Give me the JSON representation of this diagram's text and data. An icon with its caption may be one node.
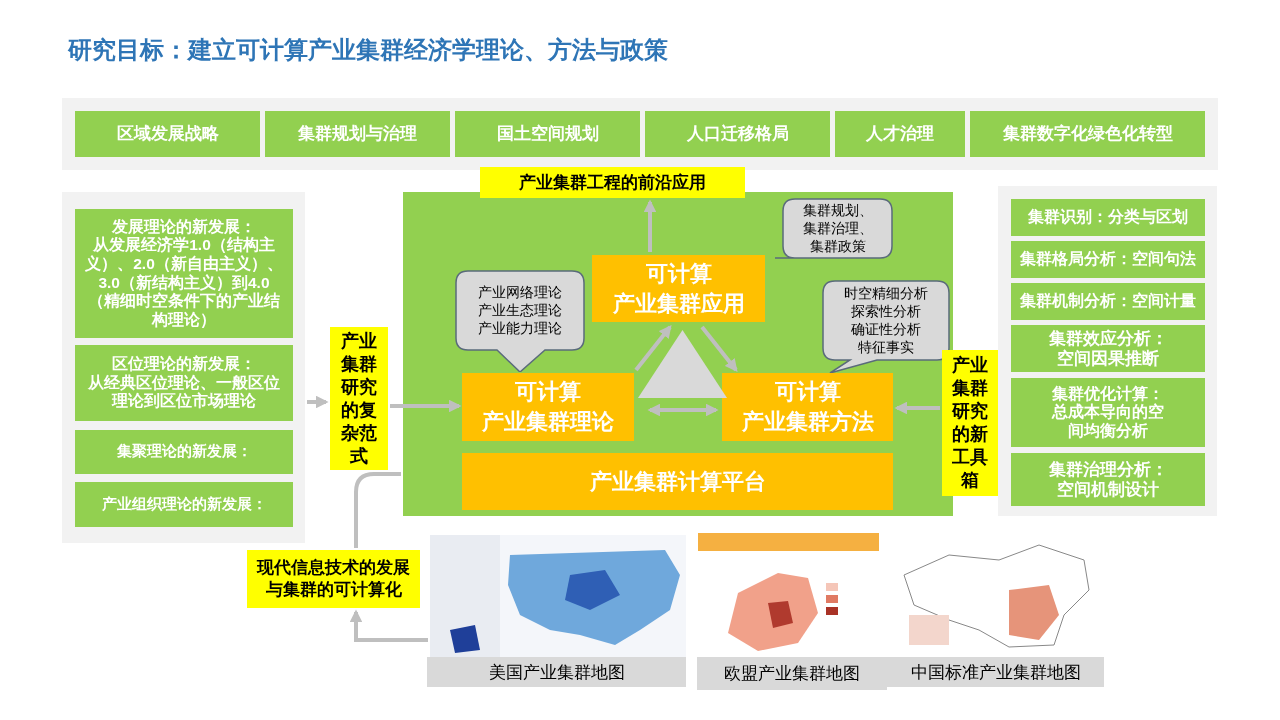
{
  "diagram": {
    "title": "研究目标：建立可计算产业集群经济学理论、方法与政策",
    "nodes": [
      {
        "text": [],
        "shape": "box"
      },
      {
        "text": [
          "区域发展战略"
        ],
        "in": 0
      },
      {
        "text": [
          "集群规划与治理"
        ],
        "in": 0
      },
      {
        "text": [
          "国土空间规划"
        ],
        "in": 0
      },
      {
        "text": [
          "人口迁移格局"
        ],
        "in": 0
      },
      {
        "text": [
          "人才治理"
        ],
        "in": 0
      },
      {
        "text": [
          "集群数字化绿色化转型"
        ],
        "in": 0
      },
      {
        "text": [],
        "shape": "box"
      },
      {
        "text": [
          "发展理论的新发展：",
          "从发展经济学1.0（结构主义）、2.0（新自由主义）、3.0（新结构主义）到4.0（精细时空条件下的产业结构理论）"
        ],
        "in": 7
      },
      {
        "text": [
          "区位理论的新发展：",
          "从经典区位理论、一般区位理论到区位市场理论"
        ],
        "in": 7
      },
      {
        "text": [
          "集聚理论的新发展："
        ],
        "in": 7
      },
      {
        "text": [
          "产业组织理论的新发展："
        ],
        "in": 7
      },
      {
        "text": [
          "产业集群研究的复杂范式"
        ]
      },
      {
        "text": [],
        "shape": "box"
      },
      {
        "text": [
          "产业集群工程的前沿应用"
        ]
      },
      {
        "text": [
          "可计算",
          "产业集群应用"
        ],
        "in": 13
      },
      {
        "text": [
          "集群规划、集群治理、集群政策"
        ],
        "in": 13
      },
      {
        "text": [
          "产业网络理论",
          "产业生态理论",
          "产业能力理论"
        ],
        "in": 13
      },
      {
        "text": [
          "可计算",
          "产业集群理论"
        ],
        "in": 13
      },
      {
        "text": [
          "时空精细分析",
          "探索性分析",
          "确证性分析",
          "特征事实"
        ],
        "in": 13
      },
      {
        "text": [
          "可计算",
          "产业集群方法"
        ],
        "in": 13
      },
      {
        "text": [],
        "shape": "triangle",
        "in": 13
      },
      {
        "text": [
          "产业集群计算平台"
        ],
        "in": 13
      },
      {
        "text": [
          "产业集群研究的新工具箱"
        ]
      },
      {
        "text": [],
        "shape": "box"
      },
      {
        "text": [
          "集群识别：分类与区划"
        ],
        "in": 24
      },
      {
        "text": [
          "集群格局分析：空间句法"
        ],
        "in": 24
      },
      {
        "text": [
          "集群机制分析：空间计量"
        ],
        "in": 24
      },
      {
        "text": [
          "集群效应分析：",
          "空间因果推断"
        ],
        "in": 24
      },
      {
        "text": [
          "集群优化计算：",
          "总成本导向的空间均衡分析"
        ],
        "in": 24
      },
      {
        "text": [
          "集群治理分析：",
          "空间机制设计"
        ],
        "in": 24
      },
      {
        "text": [
          "现代信息技术的发展与集群的可计算化"
        ]
      },
      {
        "text": [],
        "shape": "picture",
        "beside": [
          "美国产业集群地图"
        ]
      },
      {
        "text": [],
        "shape": "picture",
        "beside": [
          "欧盟产业集群地图"
        ]
      },
      {
        "text": [],
        "shape": "picture",
        "beside": [
          "中国标准产业集群地图"
        ]
      }
    ],
    "edges": [
      {
        "from": 15,
        "to": 14,
        "arrow": "to"
      },
      {
        "from": 18,
        "to": 15,
        "arrow": "to"
      },
      {
        "from": 15,
        "to": 20,
        "arrow": "to"
      },
      {
        "from": 18,
        "to": 20,
        "arrow": "both"
      },
      {
        "from": 7,
        "to": 12,
        "arrow": "to"
      },
      {
        "from": 12,
        "to": 18,
        "arrow": "to"
      },
      {
        "from": 23,
        "to": 20,
        "arrow": "to"
      },
      {
        "from": 31,
        "to": 13,
        "arrow": "none"
      },
      {
        "from": 32,
        "to": 31,
        "arrow": "to"
      }
    ]
  }
}
